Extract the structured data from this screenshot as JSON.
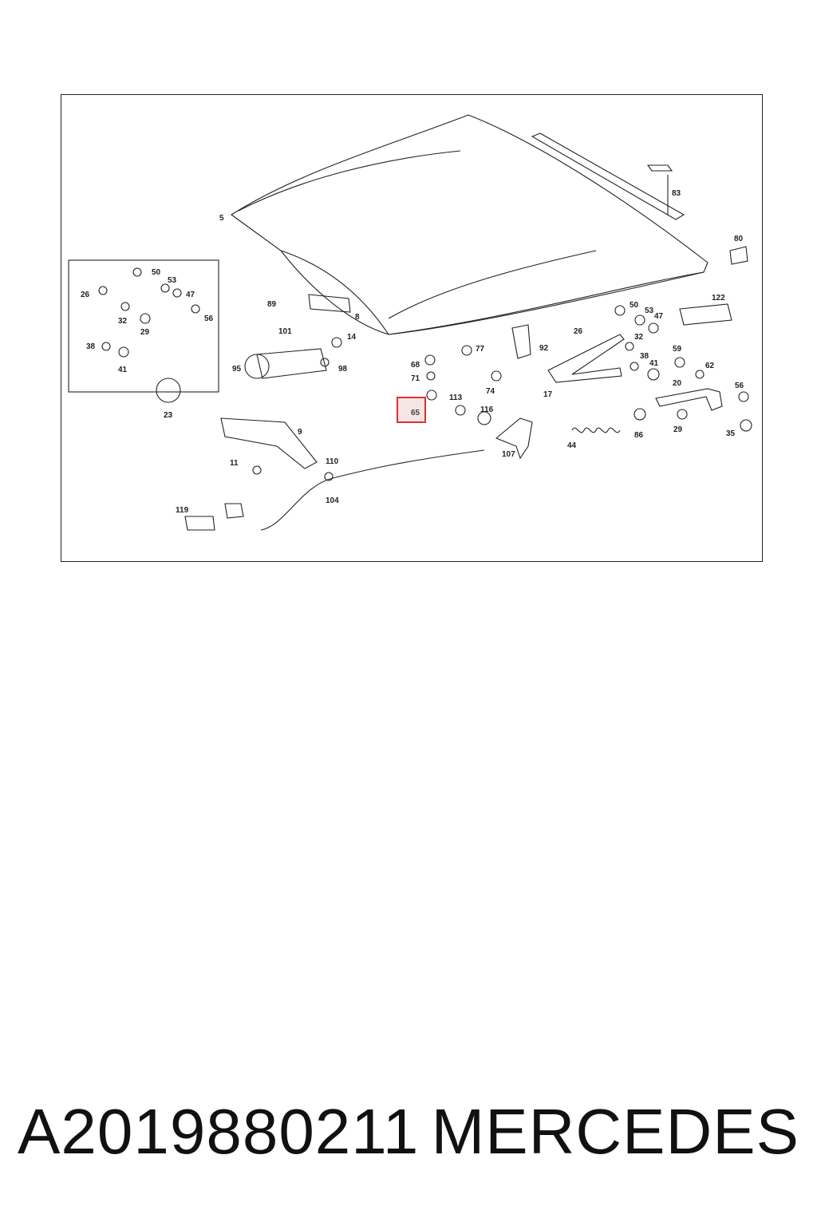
{
  "diagram": {
    "callouts": [
      "5",
      "83",
      "80",
      "122",
      "89",
      "8",
      "101",
      "14",
      "95",
      "98",
      "68",
      "71",
      "65",
      "77",
      "74",
      "92",
      "113",
      "116",
      "107",
      "17",
      "26",
      "50",
      "53",
      "47",
      "32",
      "41",
      "38",
      "59",
      "62",
      "20",
      "56",
      "29",
      "35",
      "86",
      "44",
      "9",
      "11",
      "110",
      "104",
      "119",
      "23"
    ],
    "inset_callouts": [
      "26",
      "50",
      "53",
      "47",
      "56",
      "32",
      "29",
      "38",
      "41"
    ],
    "highlighted_callout": "65",
    "highlight_color": "#e03030"
  },
  "footer": {
    "part_number": "A2019880211",
    "brand": "MERCEDES"
  }
}
